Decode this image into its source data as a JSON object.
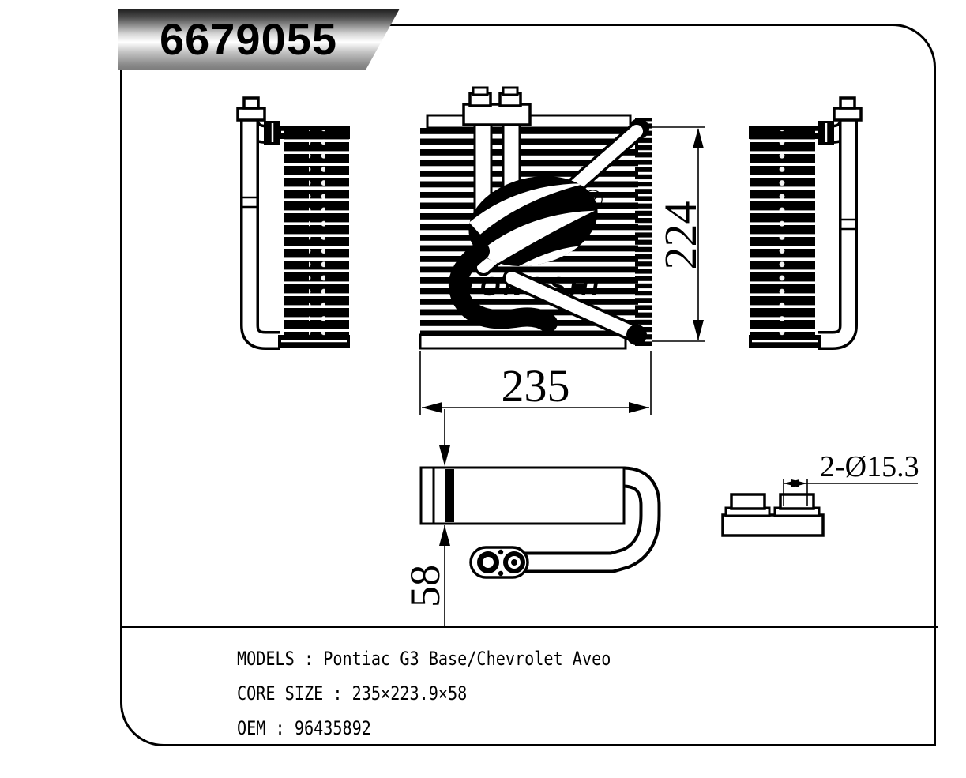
{
  "banner": {
    "part_number": "6679055"
  },
  "drawing": {
    "brand": "TONGSHI",
    "registered_mark": "®",
    "dim_core_height": "224",
    "dim_core_width": "235",
    "dim_core_depth": "58",
    "dim_ports": "2-Ø15.3"
  },
  "specs": {
    "models": "MODELS : Pontiac G3 Base/Chevrolet Aveo",
    "core_size": "CORE SIZE : 235×223.9×58",
    "oem": "OEM : 96435892"
  }
}
